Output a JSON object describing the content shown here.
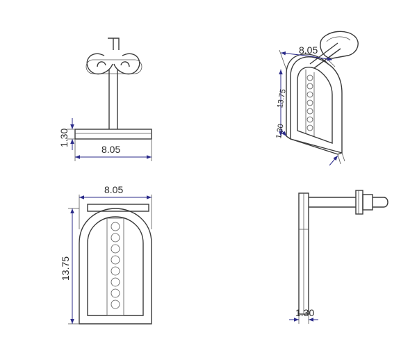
{
  "views": {
    "front": {
      "width_label": "8.05",
      "thickness_label": "1.30"
    },
    "iso": {
      "width_label": "8.05",
      "height_label": "13.75",
      "thickness_label": "1.30"
    },
    "top": {
      "width_label": "8.05",
      "height_label": "13.75"
    },
    "side": {
      "thickness_label": "1.30"
    }
  },
  "colors": {
    "line": "#3a3a3a",
    "dimension": "#2b2b8a",
    "background": "#ffffff"
  }
}
